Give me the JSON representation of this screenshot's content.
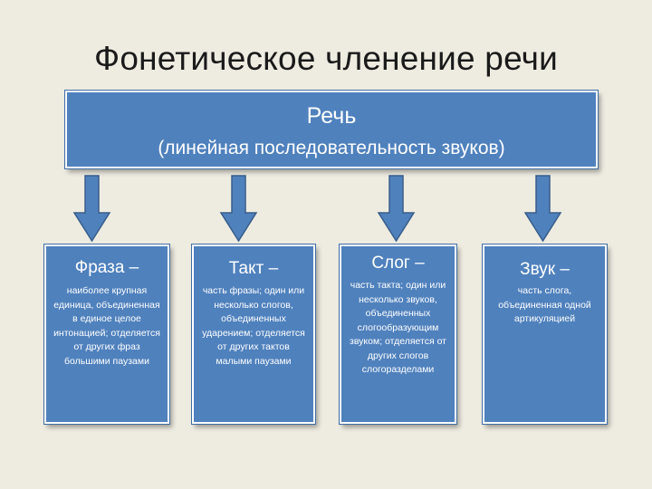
{
  "title": "Фонетическое членение речи",
  "root": {
    "title": "Речь",
    "subtitle": "(линейная последовательность звуков)"
  },
  "units": [
    {
      "title": "Фраза –",
      "description": "наиболее крупная единица, объединенная в единое целое интонацией; отделяется от других фраз большими паузами"
    },
    {
      "title": "Такт –",
      "description": "часть фразы; один или несколько слогов, объединенных ударением; отделяется от других тактов малыми паузами"
    },
    {
      "title": "Слог –",
      "description": "часть такта; один или несколько звуков, объединенных слогообразующим звуком; отделяется от других слогов слогоразделами"
    },
    {
      "title": "Звук –",
      "description": "часть слога, объединенная одной артикуляцией"
    }
  ],
  "colors": {
    "background": "#eeece1",
    "box_fill": "#4f81bd",
    "box_border": "#ffffff",
    "text_on_box": "#ffffff"
  }
}
